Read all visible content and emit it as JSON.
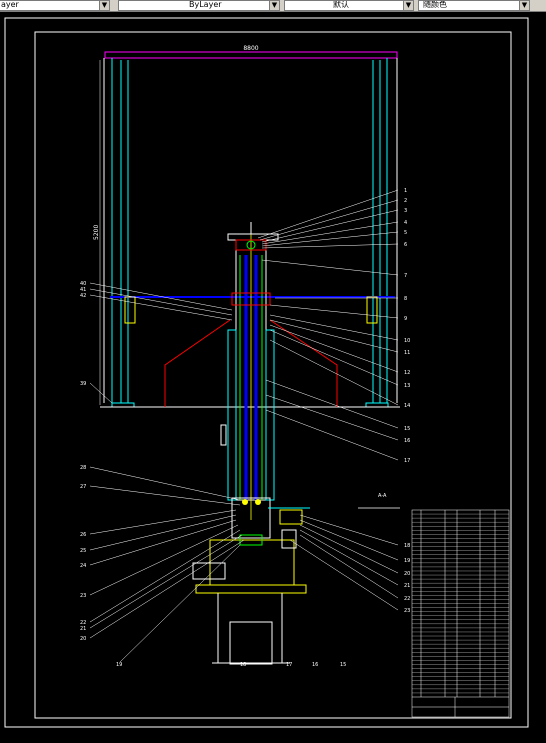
{
  "toolbar": {
    "layer_combo": "ayer",
    "linetype_combo": "ByLayer",
    "lineweight_combo": "默认",
    "color_combo": "随颜色"
  },
  "drawing": {
    "dimension_width": "8800",
    "dimension_height": "5200",
    "section_mark": "A-A",
    "right_labels": [
      "1",
      "2",
      "3",
      "4",
      "5",
      "6",
      "7",
      "8",
      "9",
      "10",
      "11",
      "12",
      "13",
      "14",
      "15",
      "16",
      "17",
      "18",
      "19",
      "20",
      "21",
      "22",
      "23"
    ],
    "left_labels": [
      "40",
      "41",
      "42",
      "39",
      "28",
      "27",
      "26",
      "25",
      "24",
      "23",
      "22",
      "21",
      "20"
    ],
    "bottom_labels": [
      "19",
      "18",
      "17",
      "16",
      "15"
    ]
  },
  "colors": {
    "background": "#000000",
    "frame": "#ffffff",
    "cyan": "#00ffff",
    "blue": "#0000ff",
    "red": "#ff0000",
    "yellow": "#ffff00",
    "green": "#00ff00",
    "magenta": "#ff00ff"
  }
}
